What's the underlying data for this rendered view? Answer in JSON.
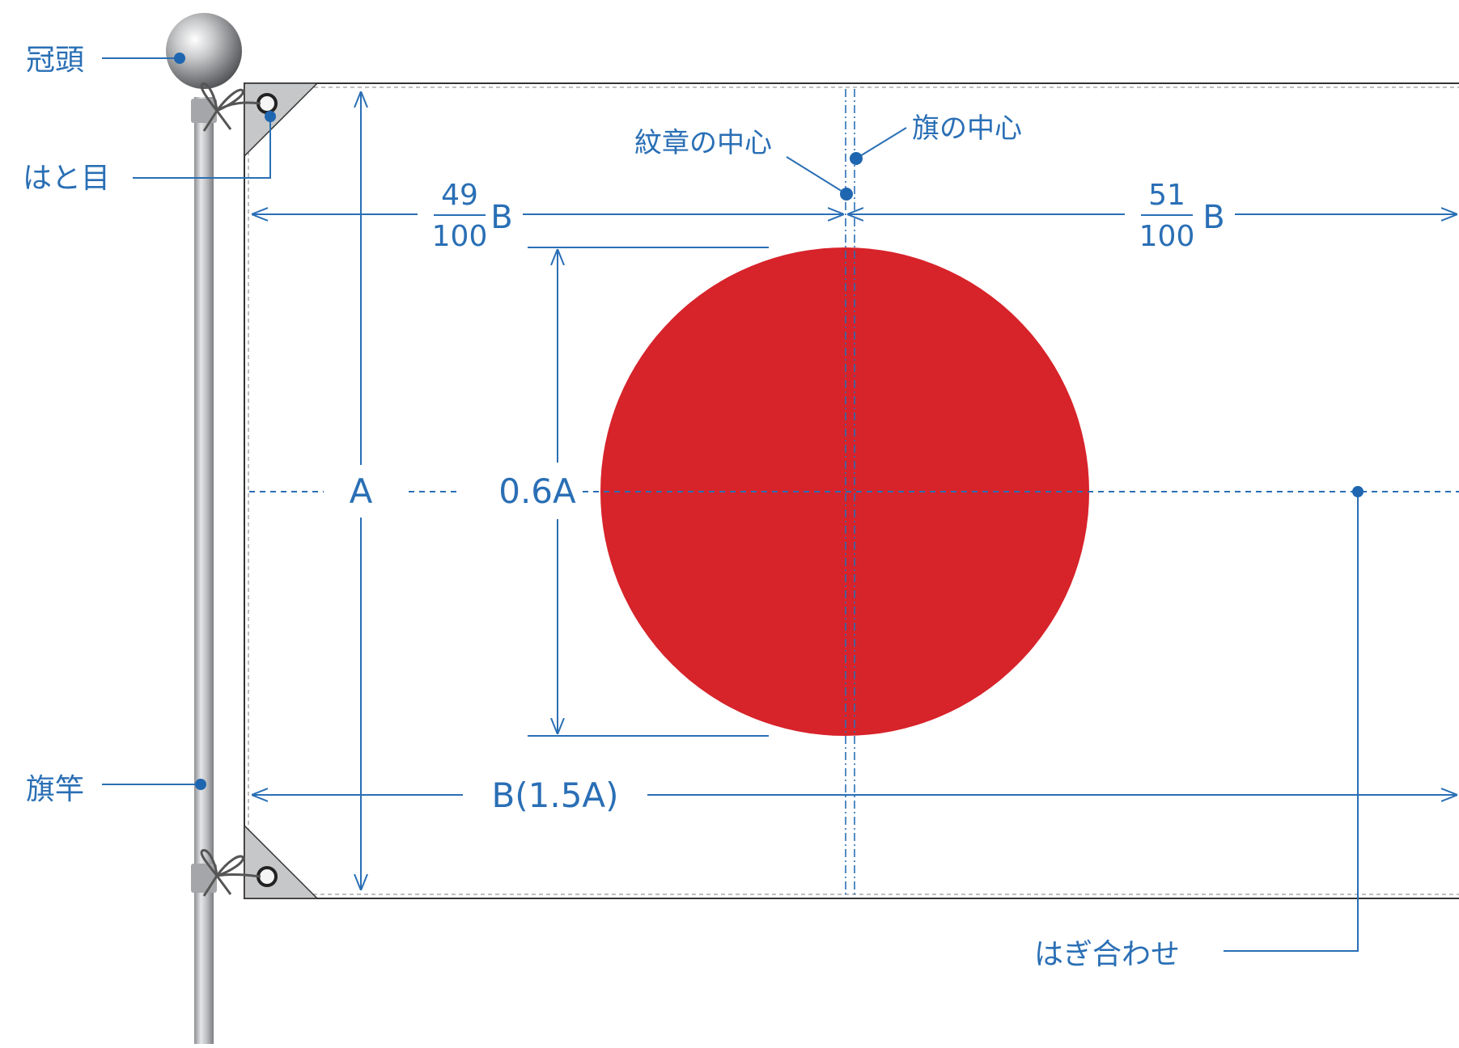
{
  "labels": {
    "finial": "冠頭",
    "grommet": "はと目",
    "pole": "旗竿",
    "seam": "はぎ合わせ",
    "emblem_center": "紋章の中心",
    "flag_center": "旗の中心"
  },
  "dimensions": {
    "height": "A",
    "disc_diameter": "0.6A",
    "width": "B(1.5A)",
    "left_part": {
      "numerator": "49",
      "denominator": "100",
      "unit": "B"
    },
    "right_part": {
      "numerator": "51",
      "denominator": "100",
      "unit": "B"
    }
  },
  "colors": {
    "disc": "#d7232a",
    "annotation": "#2a6fb5",
    "flag_edge": "#333333",
    "pole": "#c9cacc"
  }
}
